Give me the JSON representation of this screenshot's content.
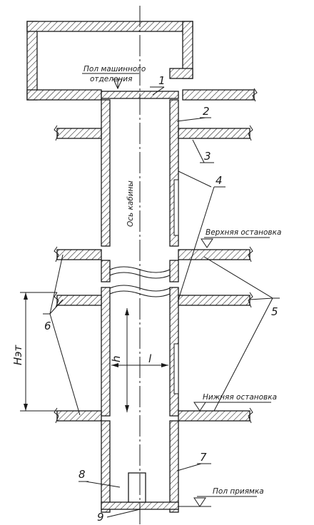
{
  "labels": {
    "machine_room_floor_line1": "Пол машинного",
    "machine_room_floor_line2": "отделения",
    "cabin_axis": "Ось кабины",
    "upper_stop": "Верхняя остановка",
    "lower_stop": "Нижняя остановка",
    "pit_floor": "Пол приямка",
    "floor_height": "Hэт",
    "dim_h": "h",
    "dim_l": "l"
  },
  "callouts": [
    "1",
    "2",
    "3",
    "4",
    "5",
    "6",
    "7",
    "8",
    "9"
  ],
  "colors": {
    "ink": "#1a1a1a",
    "paper": "#ffffff"
  }
}
